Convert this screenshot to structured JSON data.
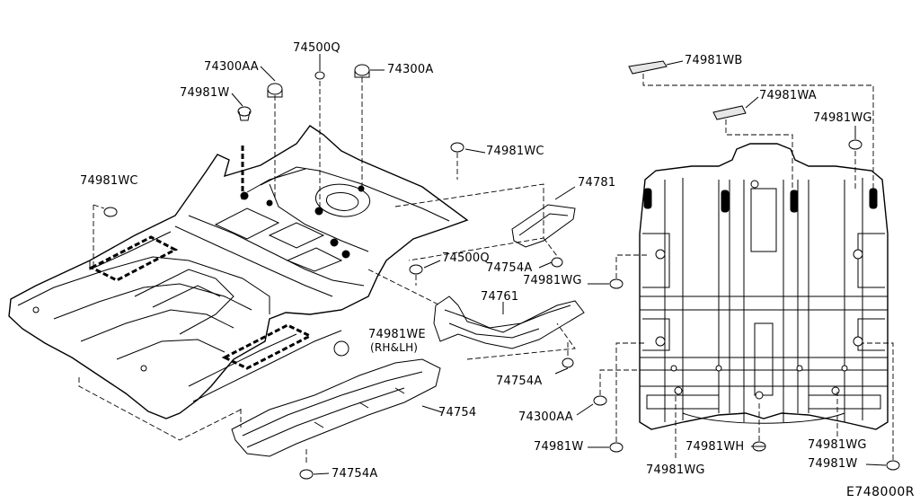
{
  "labels": {
    "p74300AA_top": "74300AA",
    "p74500Q_top": "74500Q",
    "p74300A": "74300A",
    "p74981W_left": "74981W",
    "p74981WC_mid": "74981WC",
    "p74981WC_left": "74981WC",
    "p74781": "74781",
    "p74500Q_mid": "74500Q",
    "p74754A_mid": "74754A",
    "p74981WG_mid": "74981WG",
    "p74761": "74761",
    "p74981WE": "74981WE",
    "p74981WE_note": "(RH&LH)",
    "p74754A_low": "74754A",
    "p74754": "74754",
    "p74754A_bottom": "74754A",
    "p74981WB": "74981WB",
    "p74981WA": "74981WA",
    "p74981WG_right": "74981WG",
    "p74300AA_right": "74300AA",
    "p74981W_right": "74981W",
    "p74981WH": "74981WH",
    "p74981WG_bottom_mid": "74981WG",
    "p74981WG_bottom_right": "74981WG",
    "p74981W_bottom_right": "74981W"
  },
  "diagram_number": "E748000R"
}
